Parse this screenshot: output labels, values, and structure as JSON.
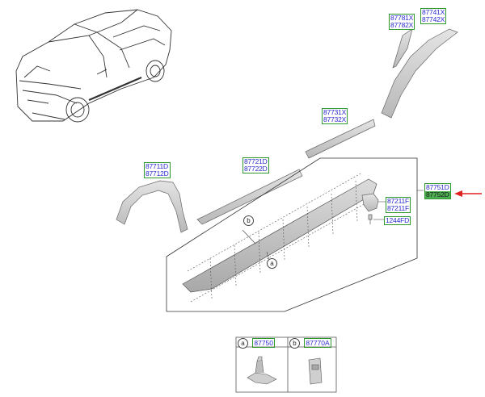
{
  "labels": {
    "cladding_front_rh_lh": [
      "87781X",
      "87782X"
    ],
    "wheel_arch_rear": [
      "87741X",
      "87742X"
    ],
    "door_moulding_rear": [
      "87731X",
      "87732X"
    ],
    "door_moulding_front": [
      "87721D",
      "87722D"
    ],
    "wheel_arch_front": [
      "87711D",
      "87712D"
    ],
    "side_sill": [
      "87751D",
      "87752D"
    ],
    "mud_guard": [
      "87211F",
      "87211F"
    ],
    "bolt": [
      "1244FD"
    ]
  },
  "callouts": {
    "a": "a",
    "b": "b"
  },
  "legend": [
    {
      "key": "a",
      "part": "87750"
    },
    {
      "key": "b",
      "part": "87770A"
    }
  ],
  "colors": {
    "label_text": "#2a2ad0",
    "label_border": "#2e9a2e",
    "highlight": "#4caf50",
    "arrow": "#e02020"
  }
}
